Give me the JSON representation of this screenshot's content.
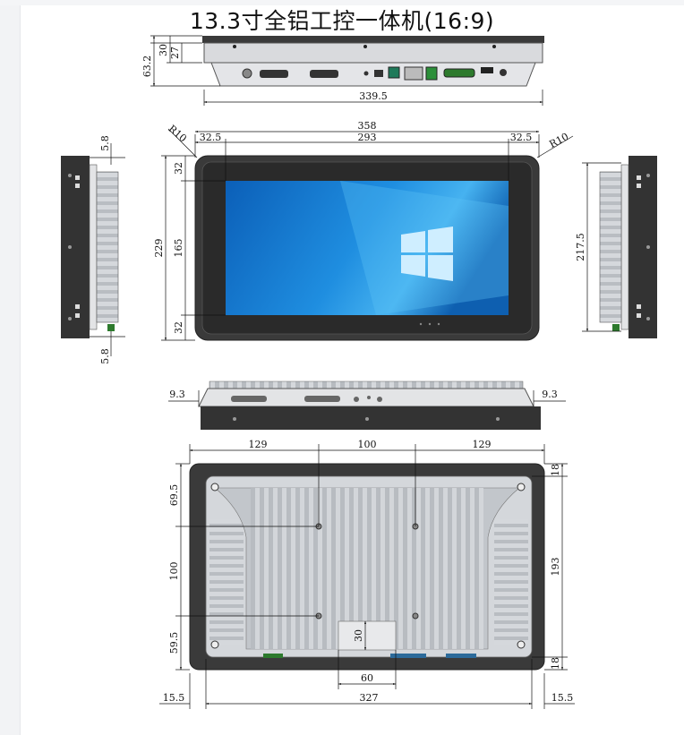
{
  "title": "13.3寸全铝工控一体机(16:9)",
  "dims": {
    "top_width": "339.5",
    "top_total_height": "63.2",
    "top_upper": "30",
    "top_lower": "27",
    "front_width": "358",
    "front_inner": "293",
    "front_left": "32.5",
    "front_right": "32.5",
    "radius_left": "R10",
    "radius_right": "R10",
    "front_height": "229",
    "front_top": "32",
    "front_mid": "165",
    "front_bottom": "32",
    "side_left_top": "5.8",
    "side_left_bottom": "5.8",
    "side_right_height": "217.5",
    "bottom_left": "9.3",
    "bottom_right": "9.3",
    "back_left": "129",
    "back_mid": "100",
    "back_right": "129",
    "back_r_top": "18",
    "back_r_mid": "193",
    "back_r_bottom": "18",
    "back_l_top": "69.5",
    "back_l_mid": "100",
    "back_l_bottom": "59.5",
    "back_port_h": "30",
    "back_port_w": "60",
    "back_edge_left": "15.5",
    "back_inner": "327",
    "back_edge_right": "15.5"
  },
  "colors": {
    "frame": "#3a3a3a",
    "screen": "#1f8ee0",
    "metal": "#c9ccd0",
    "bezel": "#2b2b2b"
  }
}
